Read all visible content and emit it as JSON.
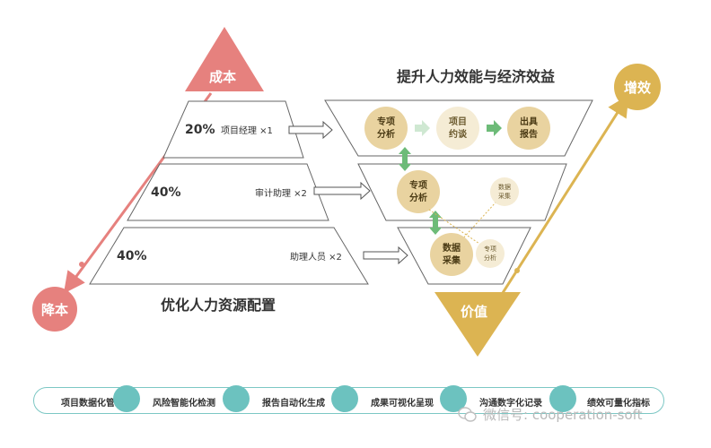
{
  "left_pyramid": {
    "top_label": "成本",
    "bottom_label": "降本",
    "caption": "优化人力资源配置",
    "tiers": [
      {
        "percent": "20%",
        "role": "项目经理 ×1"
      },
      {
        "percent": "40%",
        "role": "审计助理 ×2"
      },
      {
        "percent": "40%",
        "role": "助理人员 ×2"
      }
    ]
  },
  "right_funnel": {
    "title": "提升人力效能与经济效益",
    "top_label": "增效",
    "bottom_label": "价值",
    "row1": [
      {
        "line1": "专项",
        "line2": "分析"
      },
      {
        "line1": "项目",
        "line2": "约谈"
      },
      {
        "line1": "出具",
        "line2": "报告"
      }
    ],
    "row2_main": {
      "line1": "专项",
      "line2": "分析"
    },
    "row2_small": {
      "line1": "数据",
      "line2": "采集"
    },
    "row3_main": {
      "line1": "数据",
      "line2": "采集"
    },
    "row3_small": {
      "line1": "专项",
      "line2": "分析"
    }
  },
  "bottom_bar": {
    "items": [
      "项目数据化管理",
      "风险智能化检测",
      "报告自动化生成",
      "成果可视化呈现",
      "沟通数字化记录",
      "绩效可量化指标"
    ]
  },
  "watermark": "微信号: cooperation-soft",
  "colors": {
    "pink": "#e6817e",
    "gold": "#dcb452",
    "circle_fill": "#e9d3a0",
    "teal": "#6cc2bf",
    "green": "#6dbb78"
  }
}
